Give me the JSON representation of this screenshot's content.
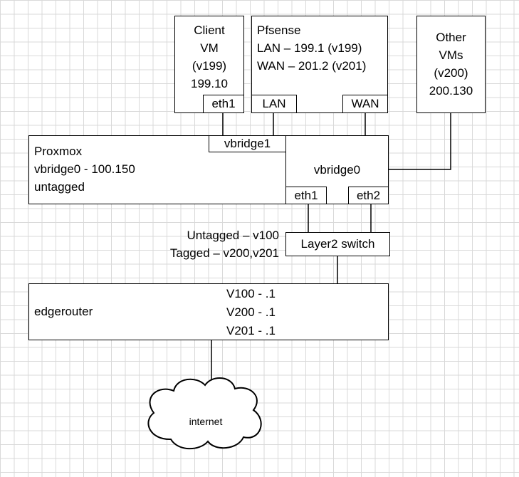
{
  "client_vm": {
    "lines": [
      "Client",
      "VM",
      "(v199)",
      "199.10"
    ],
    "port": "eth1"
  },
  "pfsense": {
    "lines": [
      "Pfsense",
      "LAN – 199.1 (v199)",
      "WAN – 201.2 (v201)"
    ],
    "lan_port": "LAN",
    "wan_port": "WAN"
  },
  "other_vms": {
    "lines": [
      "Other",
      "VMs",
      "(v200)",
      "200.130"
    ]
  },
  "proxmox": {
    "lines": [
      "Proxmox",
      "vbridge0 - 100.150",
      "untagged"
    ],
    "vbridge1": "vbridge1",
    "vbridge0": "vbridge0",
    "eth1": "eth1",
    "eth2": "eth2"
  },
  "link_note": {
    "lines": [
      "Untagged – v100",
      "Tagged – v200,v201"
    ]
  },
  "switch": {
    "label": "Layer2 switch"
  },
  "edgerouter": {
    "label": "edgerouter",
    "vlans": [
      "V100 - .1",
      "V200 - .1",
      "V201 - .1"
    ]
  },
  "cloud": {
    "label": "internet"
  }
}
